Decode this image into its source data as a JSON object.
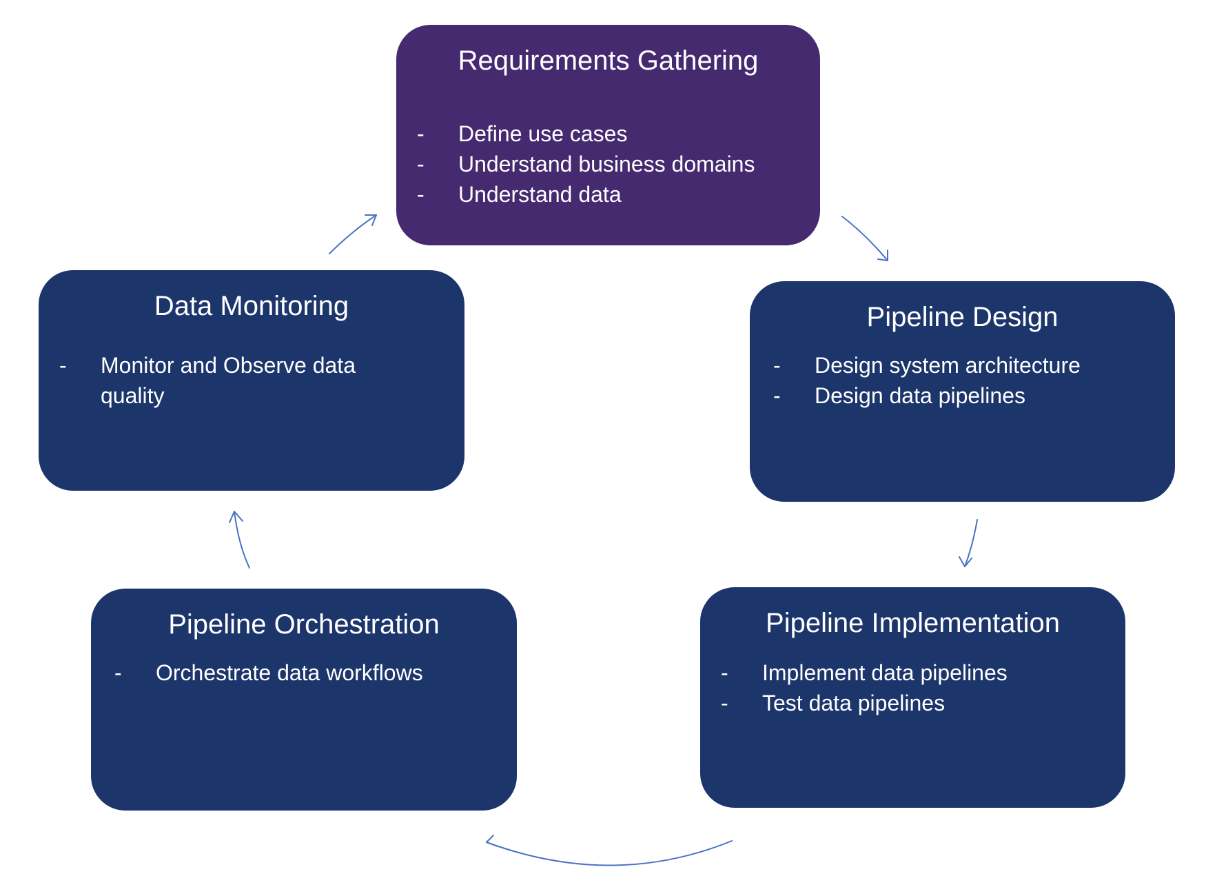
{
  "colors": {
    "primary_box": "#452A70",
    "secondary_box": "#1C356B",
    "arrow": "#4A72C4",
    "text": "#FFFFFF"
  },
  "stages": {
    "requirements": {
      "title": "Requirements Gathering",
      "items": [
        "Define use cases",
        "Understand business domains",
        "Understand data"
      ]
    },
    "design": {
      "title": "Pipeline Design",
      "items": [
        "Design system architecture",
        "Design data pipelines"
      ]
    },
    "implementation": {
      "title": "Pipeline Implementation",
      "items": [
        "Implement data pipelines",
        "Test data pipelines"
      ]
    },
    "orchestration": {
      "title": "Pipeline Orchestration",
      "items": [
        "Orchestrate data workflows"
      ]
    },
    "monitoring": {
      "title": "Data Monitoring",
      "items": [
        "Monitor and Observe data quality"
      ]
    }
  },
  "bullet_marker": "-"
}
